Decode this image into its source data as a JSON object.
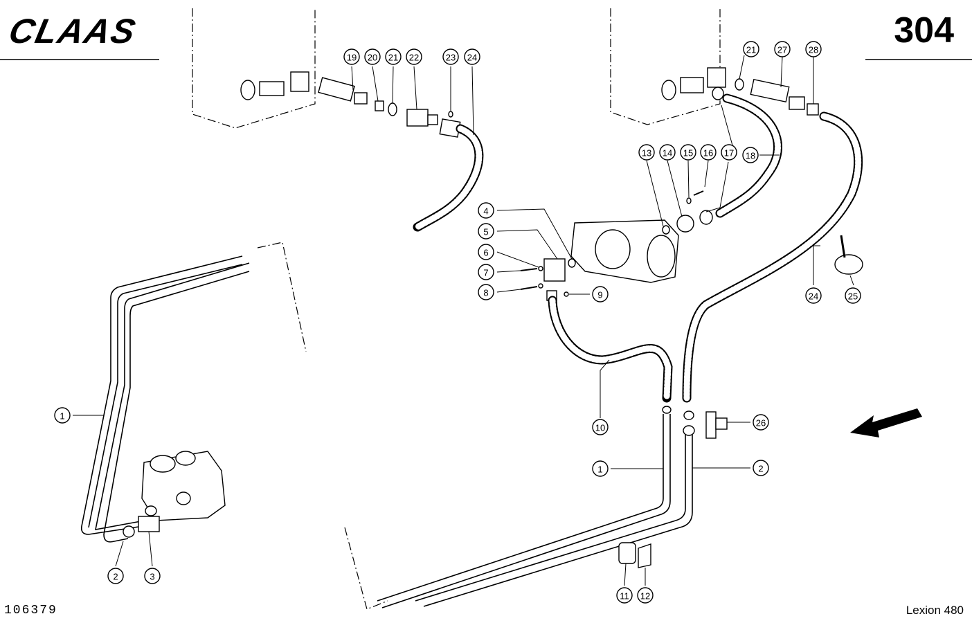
{
  "header": {
    "brand": "CLAAS",
    "page_number": "304"
  },
  "footer": {
    "drawing_number": "106379",
    "model": "Lexion 480"
  },
  "callouts": [
    {
      "label": "19"
    },
    {
      "label": "20"
    },
    {
      "label": "21"
    },
    {
      "label": "22"
    },
    {
      "label": "23"
    },
    {
      "label": "24"
    },
    {
      "label": "21"
    },
    {
      "label": "27"
    },
    {
      "label": "28"
    },
    {
      "label": "13"
    },
    {
      "label": "14"
    },
    {
      "label": "15"
    },
    {
      "label": "16"
    },
    {
      "label": "17"
    },
    {
      "label": "18"
    },
    {
      "label": "4"
    },
    {
      "label": "5"
    },
    {
      "label": "6"
    },
    {
      "label": "7"
    },
    {
      "label": "8"
    },
    {
      "label": "9"
    },
    {
      "label": "24"
    },
    {
      "label": "25"
    },
    {
      "label": "10"
    },
    {
      "label": "26"
    },
    {
      "label": "1"
    },
    {
      "label": "2"
    },
    {
      "label": "1"
    },
    {
      "label": "2"
    },
    {
      "label": "3"
    },
    {
      "label": "11"
    },
    {
      "label": "12"
    }
  ]
}
